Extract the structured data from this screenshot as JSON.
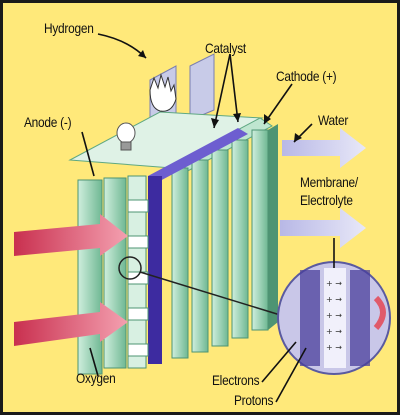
{
  "labels": {
    "hydrogen": "Hydrogen",
    "catalyst": "Catalyst",
    "cathode": "Cathode (+)",
    "anode": "Anode (-)",
    "water": "Water",
    "membrane_line1": "Membrane/",
    "membrane_line2": "Electrolyte",
    "oxygen": "Oxygen",
    "electrons": "Electrons",
    "protons": "Protons"
  },
  "colors": {
    "background": "#ffe97a",
    "plate": "#a9d9bf",
    "plate_dark": "#5fa882",
    "membrane": "#3d2ba0",
    "inlet_arrow": "#e0506a",
    "outlet_arrow": "#c8c8e8"
  }
}
